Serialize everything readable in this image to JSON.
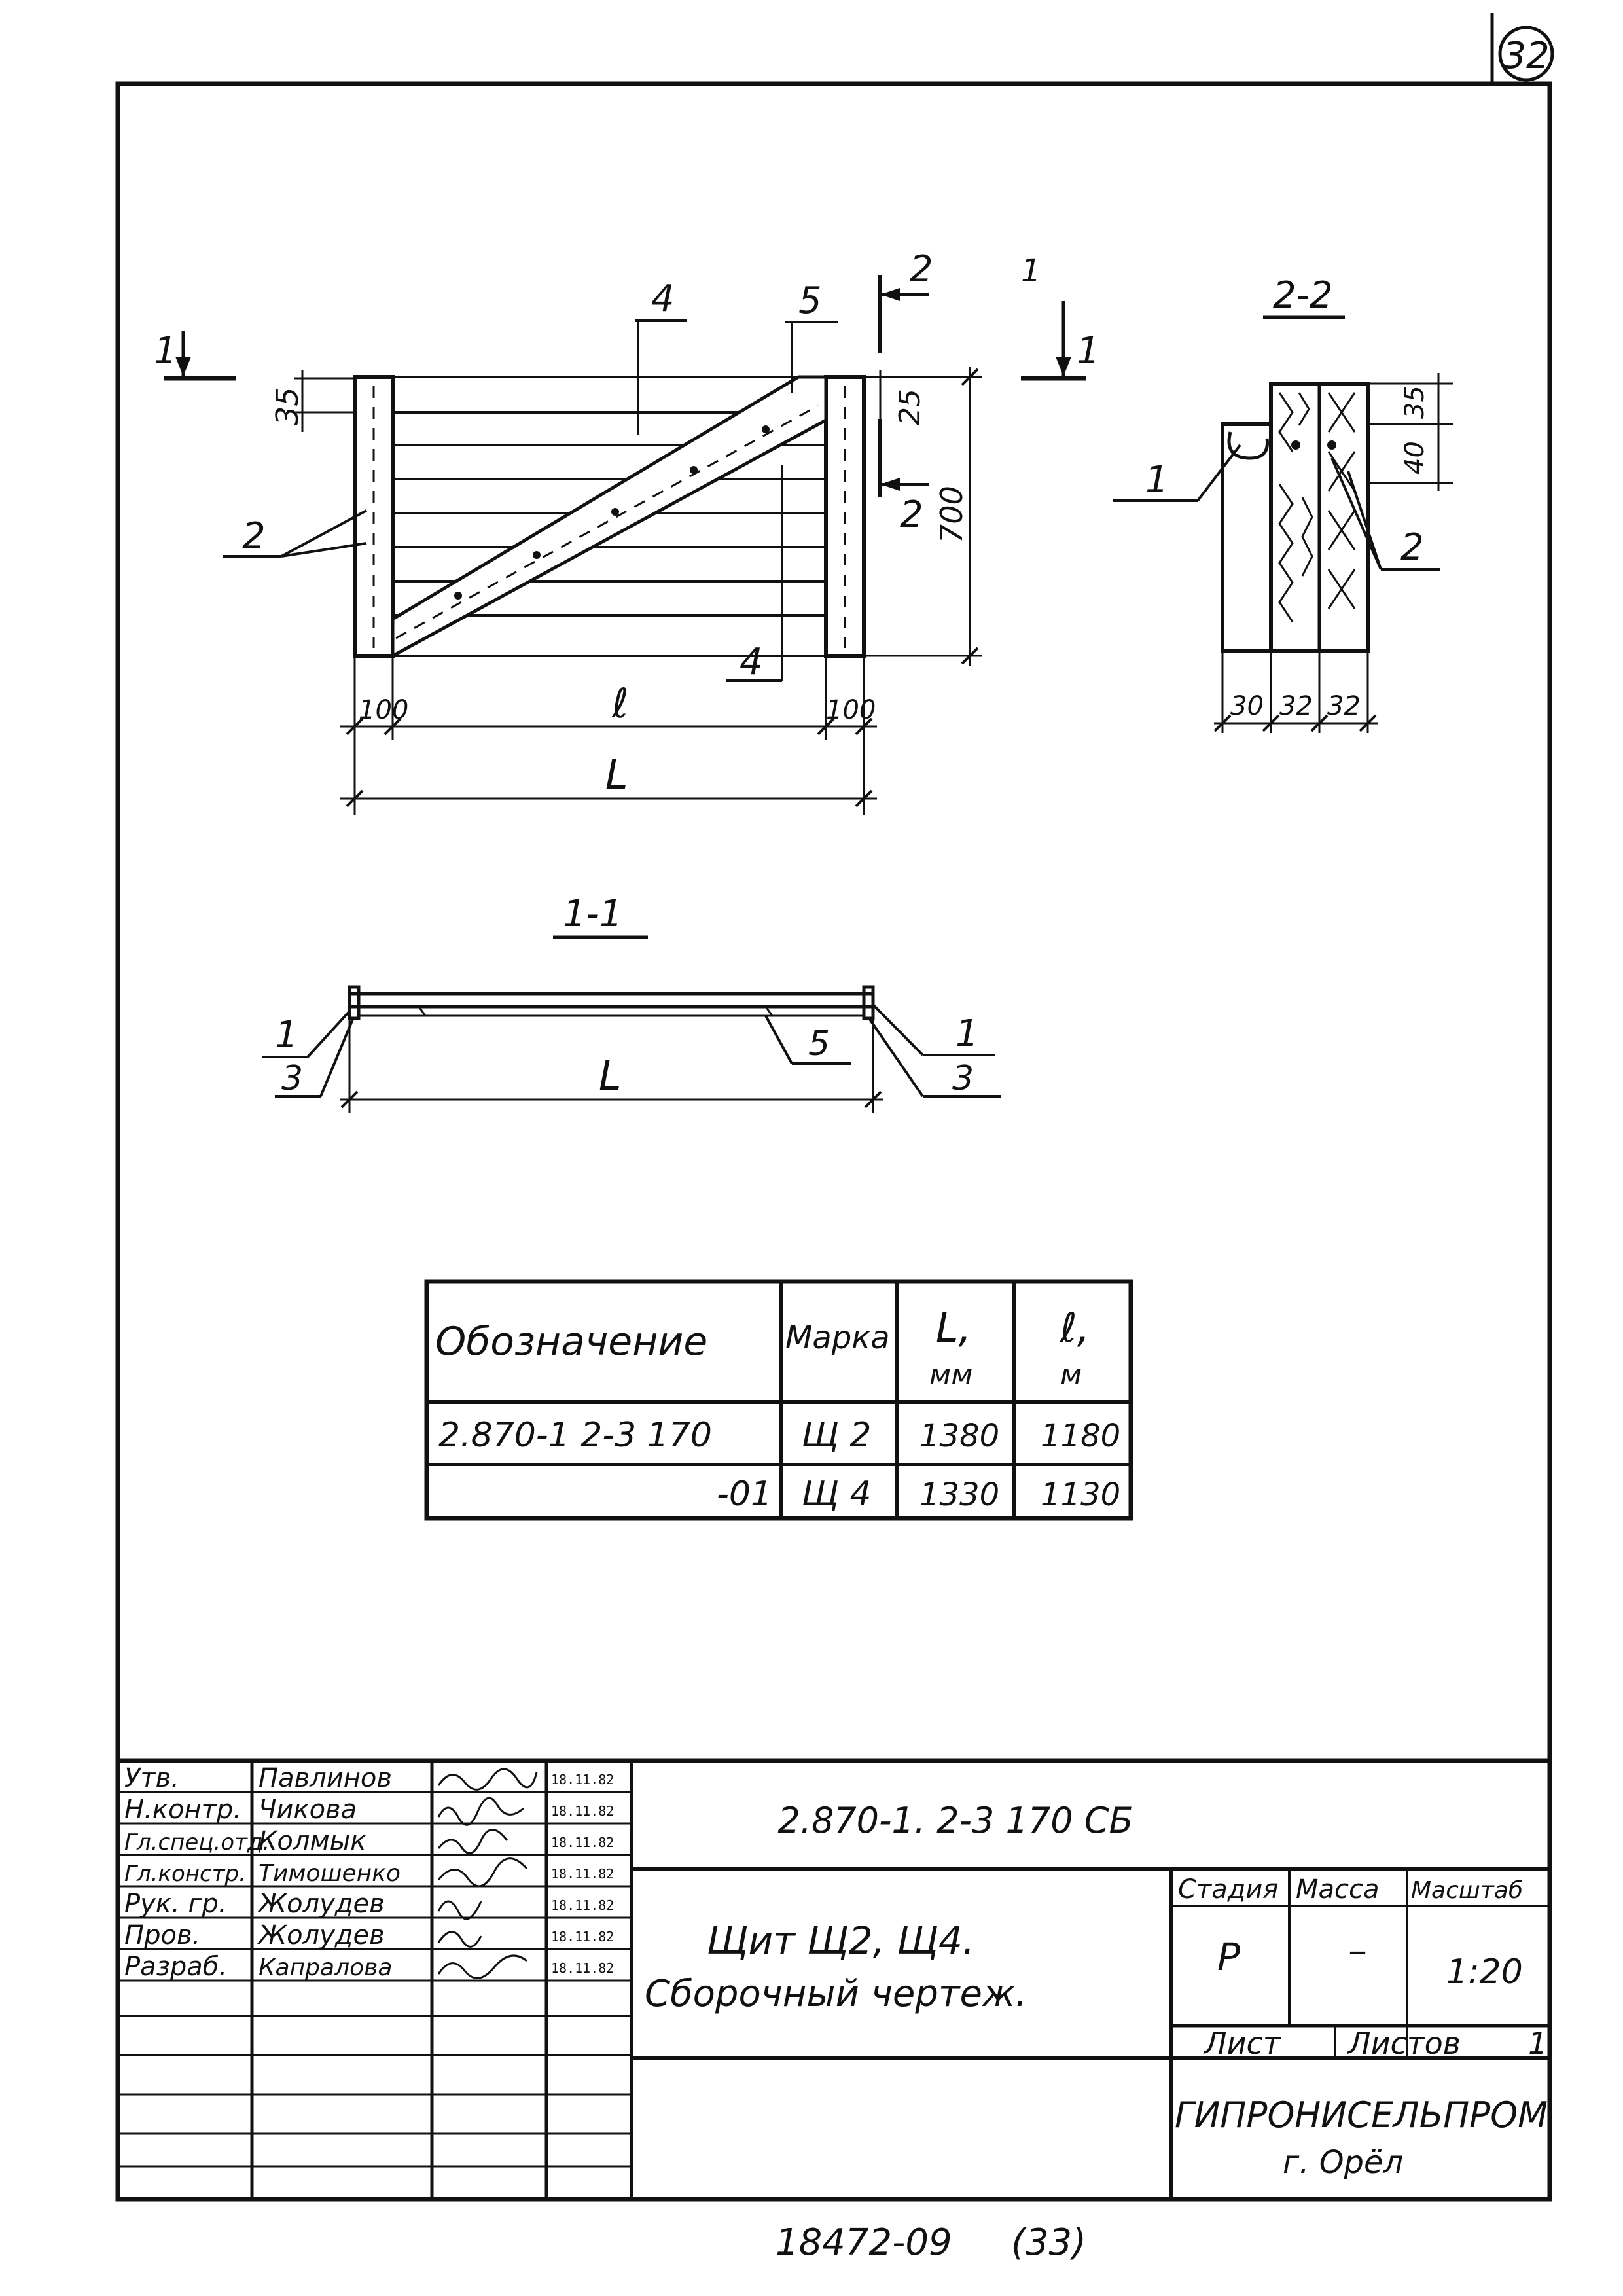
{
  "sheet_number": "32",
  "bottom_stamp": "18472-09",
  "bottom_copy": "(33)",
  "views": {
    "main": {
      "cut_1": "1",
      "cut_2": "2",
      "center_mark": "1",
      "callout_2": "2",
      "callout_4_top": "4",
      "callout_4_bottom": "4",
      "callout_5": "5",
      "dim_35": "35",
      "dim_25": "25",
      "dim_700": "700",
      "dim_100_left": "100",
      "dim_100_right": "100",
      "dim_l": "ℓ",
      "dim_L": "L"
    },
    "section_2_2": {
      "title": "2-2",
      "callout_1": "1",
      "callout_2": "2",
      "dim_35": "35",
      "dim_40": "40",
      "dim_30": "30",
      "dim_32a": "32",
      "dim_32b": "32"
    },
    "section_1_1": {
      "title": "1-1",
      "callout_1_left": "1",
      "callout_3_left": "3",
      "callout_1_right": "1",
      "callout_3_right": "3",
      "callout_5": "5",
      "dim_L": "L"
    }
  },
  "spec_table": {
    "headers": {
      "designation": "Обозначение",
      "mark": "Марка",
      "L_sym": "L,",
      "L_unit": "мм",
      "l_sym": "ℓ,",
      "l_unit": "м"
    },
    "rows": [
      {
        "designation": "2.870-1 2-3 170",
        "mark": "Щ 2",
        "L": "1380",
        "l": "1180"
      },
      {
        "designation": "-01",
        "mark": "Щ 4",
        "L": "1330",
        "l": "1130"
      }
    ]
  },
  "title_block": {
    "roles": [
      {
        "role": "Утв.",
        "name": "Павлинов",
        "date": "18.11.82"
      },
      {
        "role": "Н.контр.",
        "name": "Чикова",
        "date": "18.11.82"
      },
      {
        "role": "Гл.спец.отд.",
        "name": "Колмык",
        "date": "18.11.82"
      },
      {
        "role": "Гл.констр.",
        "name": "Тимошенко",
        "date": "18.11.82"
      },
      {
        "role": "Рук. гр.",
        "name": "Жолудев",
        "date": "18.11.82"
      },
      {
        "role": "Пров.",
        "name": "Жолудев",
        "date": "18.11.82"
      },
      {
        "role": "Разраб.",
        "name": "Капралова",
        "date": "18.11.82"
      }
    ],
    "code": "2.870-1. 2-3 170 СБ",
    "title_line1": "Щит Щ2, Щ4.",
    "title_line2": "Сборочный чертеж.",
    "stage_label": "Стадия",
    "mass_label": "Масса",
    "scale_label": "Масштаб",
    "stage": "Р",
    "mass": "–",
    "scale": "1:20",
    "sheet_label": "Лист",
    "sheets_label": "Листов",
    "sheets_value": "1",
    "org": "ГИПРОНИСЕЛЬПРОМ",
    "city": "г. Орёл"
  }
}
